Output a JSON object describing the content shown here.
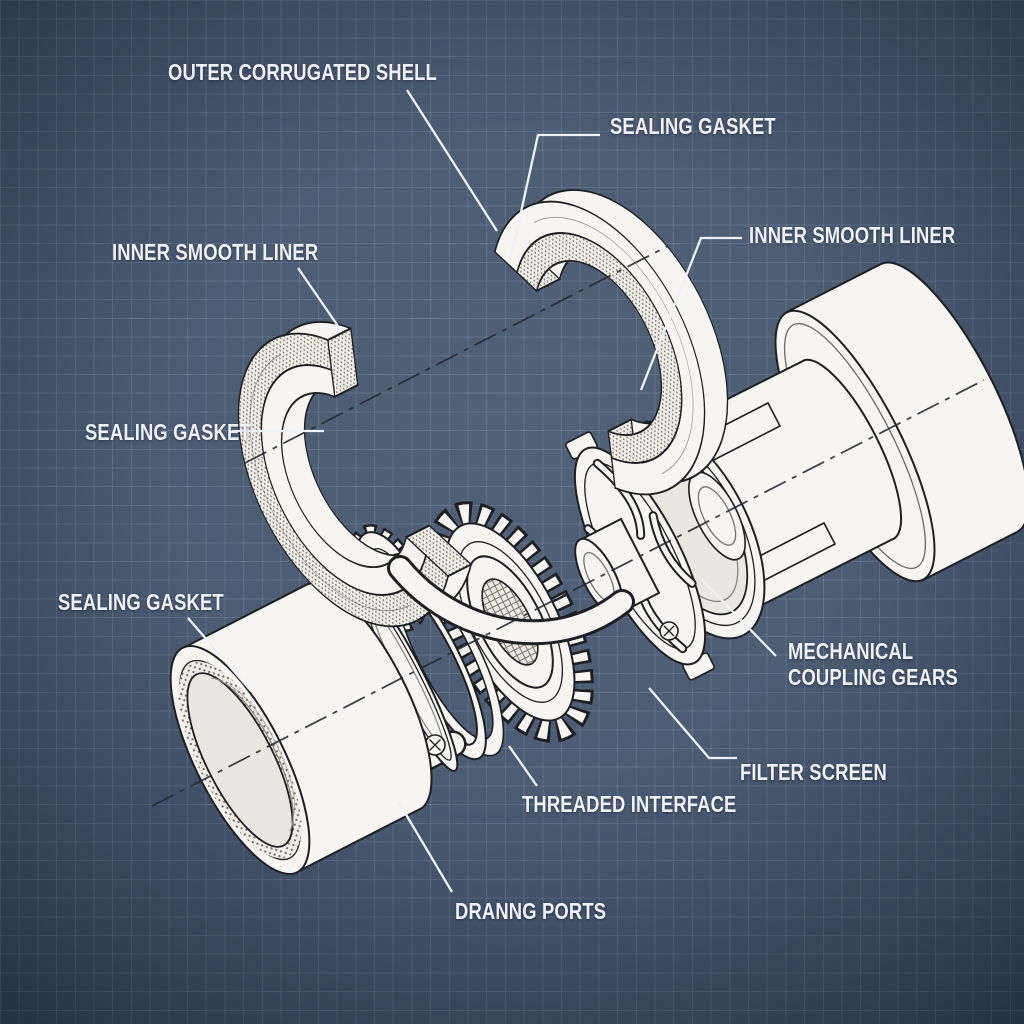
{
  "theme": {
    "bg_base": "#46576f",
    "bg_deep": "#2b3950",
    "grid_line": "rgba(210,224,242,0.15)",
    "line_art": "#1d1f22",
    "part_fill": "#f6f5f1",
    "interior_fill": "#e9e7df",
    "label_color": "#eef1f6",
    "leader_color": "#eef1f6"
  },
  "diagram": {
    "type": "exploded-view-blueprint-of-corrugated-pipe-coupling",
    "labels": {
      "outer_corrugated_shell": "OUTER CORRUGATED SHELL",
      "sealing_gasket_top": "SEALING GASKET",
      "inner_smooth_liner_left": "INNER SMOOTH LINER",
      "inner_smooth_liner_right": "INNER SMOOTH LINER",
      "sealing_gasket_left": "SEALING GASKET",
      "sealing_gasket_lower": "SEALING GASKET",
      "mechanical_coupling_gears": "MECHANICAL COUPLING GEARS",
      "filter_screen": "FILTER SCREEN",
      "threaded_interface": "THREADED INTERFACE",
      "drainage_ports": "DRANNG PORTS"
    }
  }
}
